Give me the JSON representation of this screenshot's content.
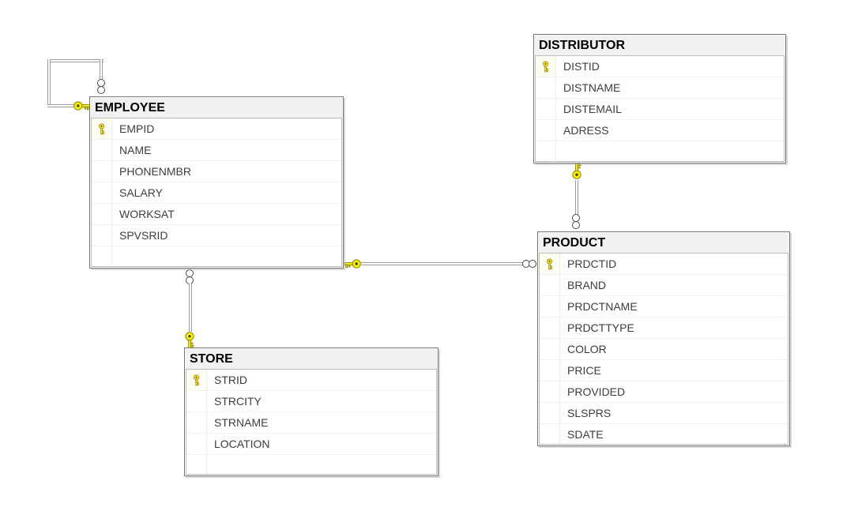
{
  "colors": {
    "canvas_bg": "#FFFFFF",
    "table_border": "#767676",
    "grid_border": "#BDBDBD",
    "title_bg": "#F1F1F1",
    "title_text": "#000000",
    "field_text": "#3D3D3D",
    "row_divider": "#F1F1F1",
    "connector_line": "#9B9B9B",
    "connector_many_symbol": "#4A4A4A",
    "key_fill": "#FBF100",
    "key_stroke": "#8A8400"
  },
  "tables": [
    {
      "name": "EMPLOYEE",
      "columns": [
        {
          "name": "EMPID",
          "primary_key": true
        },
        {
          "name": "NAME",
          "primary_key": false
        },
        {
          "name": "PHONENMBR",
          "primary_key": false
        },
        {
          "name": "SALARY",
          "primary_key": false
        },
        {
          "name": "WORKSAT",
          "primary_key": false
        },
        {
          "name": "SPVSRID",
          "primary_key": false
        }
      ]
    },
    {
      "name": "DISTRIBUTOR",
      "columns": [
        {
          "name": "DISTID",
          "primary_key": true
        },
        {
          "name": "DISTNAME",
          "primary_key": false
        },
        {
          "name": "DISTEMAIL",
          "primary_key": false
        },
        {
          "name": "ADRESS",
          "primary_key": false
        }
      ]
    },
    {
      "name": "PRODUCT",
      "columns": [
        {
          "name": "PRDCTID",
          "primary_key": true
        },
        {
          "name": "BRAND",
          "primary_key": false
        },
        {
          "name": "PRDCTNAME",
          "primary_key": false
        },
        {
          "name": "PRDCTTYPE",
          "primary_key": false
        },
        {
          "name": "COLOR",
          "primary_key": false
        },
        {
          "name": "PRICE",
          "primary_key": false
        },
        {
          "name": "PROVIDED",
          "primary_key": false
        },
        {
          "name": "SLSPRS",
          "primary_key": false
        },
        {
          "name": "SDATE",
          "primary_key": false
        }
      ]
    },
    {
      "name": "STORE",
      "columns": [
        {
          "name": "STRID",
          "primary_key": true
        },
        {
          "name": "STRCITY",
          "primary_key": false
        },
        {
          "name": "STRNAME",
          "primary_key": false
        },
        {
          "name": "LOCATION",
          "primary_key": false
        }
      ]
    }
  ],
  "relationships": [
    {
      "key_end": "EMPLOYEE",
      "many_end": "EMPLOYEE"
    },
    {
      "key_end": "STORE",
      "many_end": "EMPLOYEE"
    },
    {
      "key_end": "EMPLOYEE",
      "many_end": "PRODUCT"
    },
    {
      "key_end": "DISTRIBUTOR",
      "many_end": "PRODUCT"
    }
  ]
}
